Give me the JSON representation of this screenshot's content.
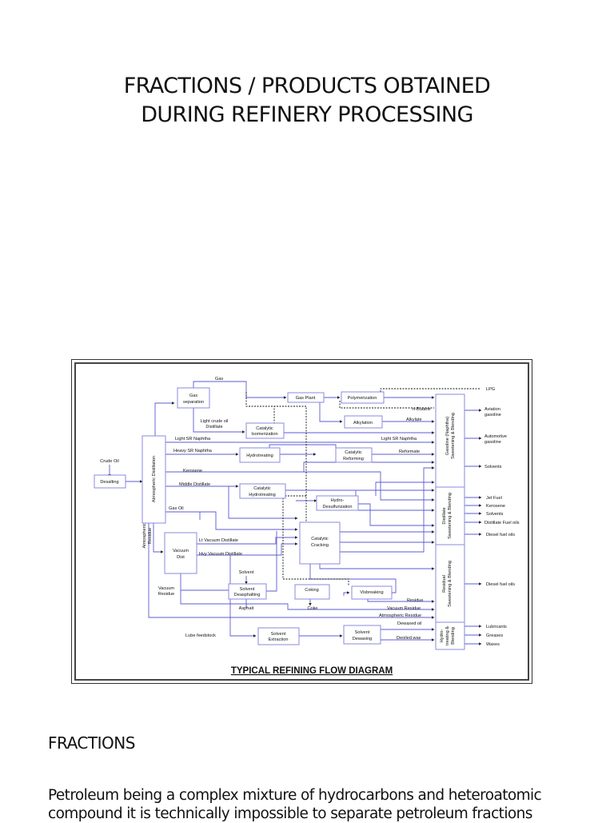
{
  "page": {
    "title_line1": "FRACTIONS / PRODUCTS OBTAINED",
    "title_line2": "DURING REFINERY PROCESSING",
    "section_heading": "FRACTIONS",
    "paragraph_line1": "Petroleum being a complex mixture of hydrocarbons and heteroatomic",
    "paragraph_line2": "compound it is technically impossible to separate petroleum fractions"
  },
  "diagram": {
    "caption": "TYPICAL REFINING FLOW DIAGRAM",
    "colors": {
      "line": "#5b5bd6",
      "box": "#8a8ae0",
      "dashed": "#111111"
    },
    "units": {
      "desalting": "Desalting",
      "atm_distillation": "Atmospheric Distillation",
      "gas_separation": [
        "Gas",
        "separation"
      ],
      "gas_plant": "Gas Plant",
      "polymerization": "Polymerization",
      "alkylation": "Alkylation",
      "cat_isomerization": [
        "Catalytic",
        "Isomerization"
      ],
      "hydrotreating": "Hydrotreating",
      "cat_reforming": [
        "Catalytic",
        "Reforming"
      ],
      "cat_hydrotreating": [
        "Catalytic",
        "Hydrotreating"
      ],
      "hydro_desulfurization": [
        "Hydro-",
        "Desulfurization"
      ],
      "cat_cracking": [
        "Catalytic",
        "Cracking"
      ],
      "vacuum_dist": [
        "Vacuum",
        "Dist"
      ],
      "solvent_deasphalting": [
        "Solvent",
        "Deasphalting"
      ],
      "coking": "Coking",
      "visbreaking": "Visbreaking",
      "solvent_extraction": [
        "Solvent",
        "Extraction"
      ],
      "solvent_dewaxing": [
        "Solvent",
        "Dewaxing"
      ],
      "gasoline_blending": [
        "Gasoline (Naphtha)",
        "Sweetening & Blending"
      ],
      "distillate_blending": [
        "Distillate",
        "Sweetening & Blending"
      ],
      "residual_blending": [
        "Residual",
        "Sweetening & Blending"
      ],
      "hydro_blending": [
        "Hydro-",
        "treating &",
        "Blending"
      ]
    },
    "streams": {
      "crude_oil": "Crude Oil",
      "gas": "Gas",
      "light_crude_distillate": [
        "Light crude oil",
        "Distillate"
      ],
      "light_sr_naphtha": "Light SR Naphtha",
      "heavy_sr_naphtha": "Heavy SR Naphtha",
      "kerosene": "Kerosene",
      "middle_distillate": "Middle Distillate",
      "gas_oil": "Gas Oil",
      "atm_residue": [
        "Atmospheric",
        "Residue"
      ],
      "lt_vacuum_distillate": "Lt Vacuum Distillate",
      "hvy_vacuum_distillate": "Hvy Vacuum Distillate",
      "vacuum_residue": [
        "Vacuum",
        "Residue"
      ],
      "solvent": "Solvent",
      "asphalt": "Asphalt",
      "coke": "Coke",
      "lube_feedstock": "Lube feedstock",
      "n_butane": "n-Butane",
      "alkylate": "Alkylate",
      "light_sr_naphtha_2": "Light SR Naphtha",
      "reformate": "Reformate",
      "residue": "Residue",
      "vacuum_residue_2": "Vacuum Residue",
      "atmospheric_residue": "Atmospheric Residue",
      "dewaxed_oil": "Dewaxed oil",
      "deoiled_wax": "Deoiled wax"
    },
    "products": {
      "lpg": "LPG",
      "aviation_gasoline": [
        "Aviation",
        "gasoline"
      ],
      "automotive_gasoline": [
        "Automotive",
        "gasoline"
      ],
      "solvents_1": "Solvents",
      "jet_fuel": "Jet Fuel",
      "kerosene": "Kerosene",
      "solvents_2": "Solvents",
      "distillate_fuel_oils": "Distillate Fuel oils",
      "diesel_fuel_oils_1": "Diesel fuel oils",
      "diesel_fuel_oils_2": "Diesel fuel oils",
      "lubricants": "Lubricants",
      "greases": "Greases",
      "waxes": "Waxes"
    }
  }
}
